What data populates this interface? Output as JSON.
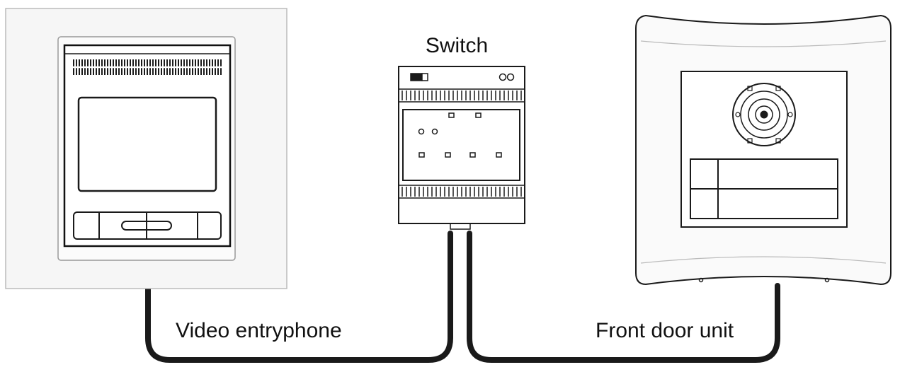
{
  "labels": {
    "switch": "Switch",
    "video_entryphone": "Video entryphone",
    "front_door_unit": "Front door unit"
  },
  "colors": {
    "line": "#1a1a1a",
    "background": "#ffffff",
    "frame": "#f4f4f4"
  }
}
